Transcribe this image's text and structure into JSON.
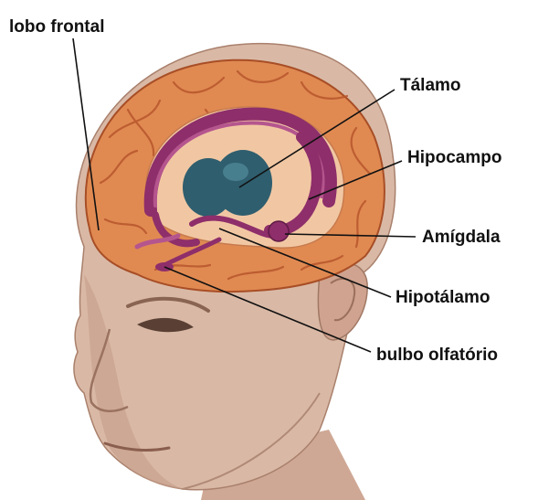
{
  "labels": {
    "frontal_lobe": "lobo frontal",
    "thalamus": "Tálamo",
    "hippocampus": "Hipocampo",
    "amygdala": "Amígdala",
    "hypothalamus": "Hipotálamo",
    "olfactory_bulb": "bulbo olfatório"
  },
  "colors": {
    "skin": "#d9b9a6",
    "skin_shadow": "#b8907c",
    "cortex": "#e08a52",
    "cortex_dark": "#b8562c",
    "limbic": "#8e2e6a",
    "limbic_light": "#b5558e",
    "thalamus": "#2f5e6e",
    "thalamus_light": "#4f8797",
    "inner_core": "#f1c7a3",
    "leader_line": "#111111"
  }
}
